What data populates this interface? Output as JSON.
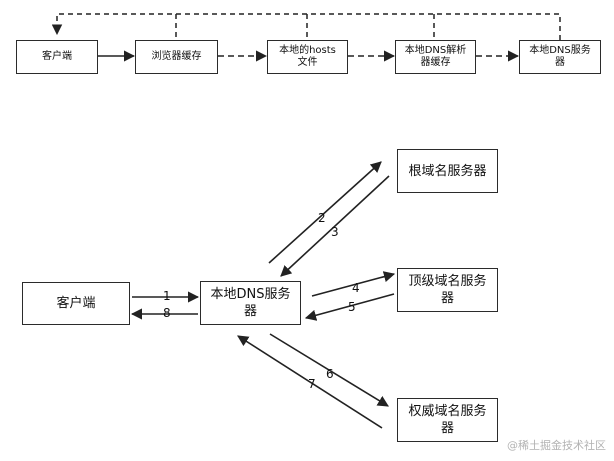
{
  "top_flow": {
    "boxes": [
      {
        "label": "客户端"
      },
      {
        "label": "浏览器缓存"
      },
      {
        "label": "本地的hosts\n文件"
      },
      {
        "label": "本地DNS解析\n器缓存"
      },
      {
        "label": "本地DNS服务\n器"
      }
    ]
  },
  "bottom_flow": {
    "client": "客户端",
    "local_dns": "本地DNS服务\n器",
    "root": "根域名服务器",
    "tld": "顶级域名服务\n器",
    "auth": "权威域名服务\n器",
    "steps": [
      "1",
      "2",
      "3",
      "4",
      "5",
      "6",
      "7",
      "8"
    ]
  },
  "watermark": "@稀土掘金技术社区"
}
